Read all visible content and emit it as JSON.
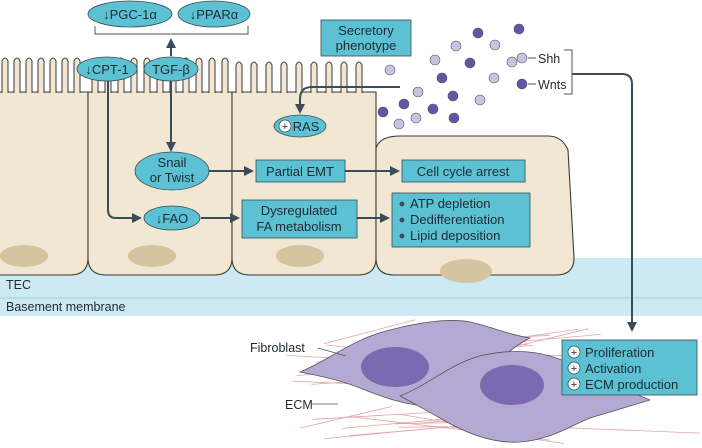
{
  "colors": {
    "pill_fill": "#5cc2d3",
    "box_fill": "#5cc2d3",
    "cell_fill": "#f1e7d2",
    "cell_stroke": "#3a3a3a",
    "nucleus_fill": "#d6c4a1",
    "basement_fill": "#cde9f1",
    "fibroblast_fill": "#b4a9d3",
    "fibroblast_nucleus": "#7c69b1",
    "dot_light": "#c8c2e3",
    "dot_dark": "#6553a5",
    "arrow": "#3b4c58",
    "ecm_fiber": "#e5a3a6"
  },
  "pills": {
    "pgc": "↓PGC-1α",
    "ppar": "↓PPARα",
    "cpt1": "↓CPT-1",
    "tgfb": "TGF-β",
    "ras": "RAS",
    "ras_sign": "+",
    "snail": [
      "Snail",
      "or Twist"
    ],
    "fao": "↓FAO"
  },
  "boxes": {
    "secretory": [
      "Secretory",
      "phenotype"
    ],
    "partial_emt": "Partial EMT",
    "cell_cycle": "Cell cycle arrest",
    "dysregulated": [
      "Dysregulated",
      "FA metabolism"
    ],
    "outcomes": [
      "ATP depletion",
      "Dedifferentiation",
      "Lipid deposition"
    ],
    "fibro_effects": [
      "Proliferation",
      "Activation",
      "ECM production"
    ],
    "fibro_sign": "+"
  },
  "labels": {
    "shh": "Shh",
    "wnts": "Wnts",
    "tec": "TEC",
    "basement": "Basement membrane",
    "fibroblast": "Fibroblast",
    "ecm": "ECM"
  }
}
